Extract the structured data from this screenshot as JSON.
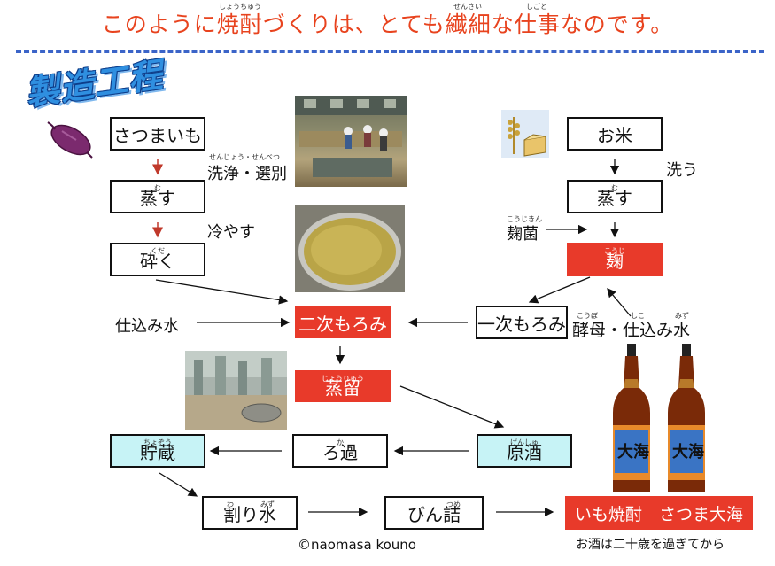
{
  "header": {
    "title": "このように焼酎づくりは、とても繊細な仕事なのです。",
    "title_ruby": [
      "しょうちゅう",
      "せんさい",
      "しごと"
    ]
  },
  "heading": "製造工程",
  "left_flow": {
    "start": "さつまいも",
    "steam": "蒸す",
    "steam_ruby": "む",
    "crush": "砕く",
    "crush_ruby": "くだ",
    "wash": "洗浄・選別",
    "wash_ruby": "せんじょう・せんべつ",
    "cool": "冷やす",
    "water": "仕込み水"
  },
  "right_flow": {
    "start": "お米",
    "wash": "洗う",
    "steam": "蒸す",
    "steam_ruby": "む",
    "koji_fungus": "麹菌",
    "koji_fungus_ruby": "こうじきん",
    "koji": "麹",
    "koji_ruby": "こうじ",
    "first_moromi": "一次もろみ",
    "yeast": "酵母・仕込み水",
    "yeast_ruby": [
      "こうぼ",
      "しこ",
      "みず"
    ]
  },
  "center_flow": {
    "second_moromi": "二次もろみ",
    "distill": "蒸留",
    "distill_ruby": "じょうりゅう",
    "raw": "原酒",
    "raw_ruby": "げんしゅ",
    "filter": "ろ過",
    "filter_ruby": "か",
    "store": "貯蔵",
    "store_ruby": "ちょぞう",
    "dilute": "割り水",
    "dilute_ruby": [
      "わ",
      "みず"
    ],
    "bottle": "びん詰",
    "bottle_ruby": "つめ",
    "product": "いも焼酎　さつま大海"
  },
  "footer": {
    "credit": "©naomasa kouno",
    "note": "お酒は二十歳を過ぎてから"
  },
  "bottle_labels": [
    "大海",
    "大海"
  ],
  "colors": {
    "title": "#e8431e",
    "heading": "#2f8fe0",
    "accent_red": "#e83a2a",
    "pale_cyan": "#c7f3f6",
    "rule": "#3b64c8"
  },
  "icons": [
    "sweet-potato-icon",
    "rice-icon"
  ]
}
